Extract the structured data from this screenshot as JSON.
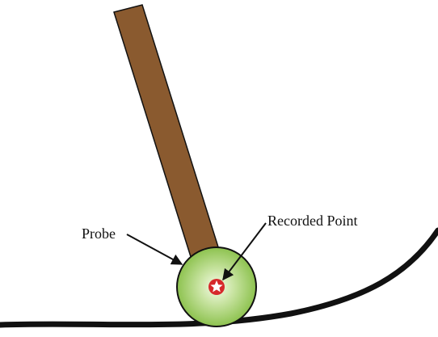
{
  "labels": {
    "probe": "Probe",
    "recorded_point": "Recorded Point"
  },
  "colors": {
    "background": "#ffffff",
    "probe_shaft": "#8a5a2f",
    "probe_tip_center": "#f5fbe8",
    "probe_tip_edge": "#8dc24f",
    "outline": "#111111",
    "marker_red": "#d6282b",
    "marker_star": "#ffffff"
  },
  "icons": {
    "recorded_point_marker": "white-star-on-red-circle"
  }
}
